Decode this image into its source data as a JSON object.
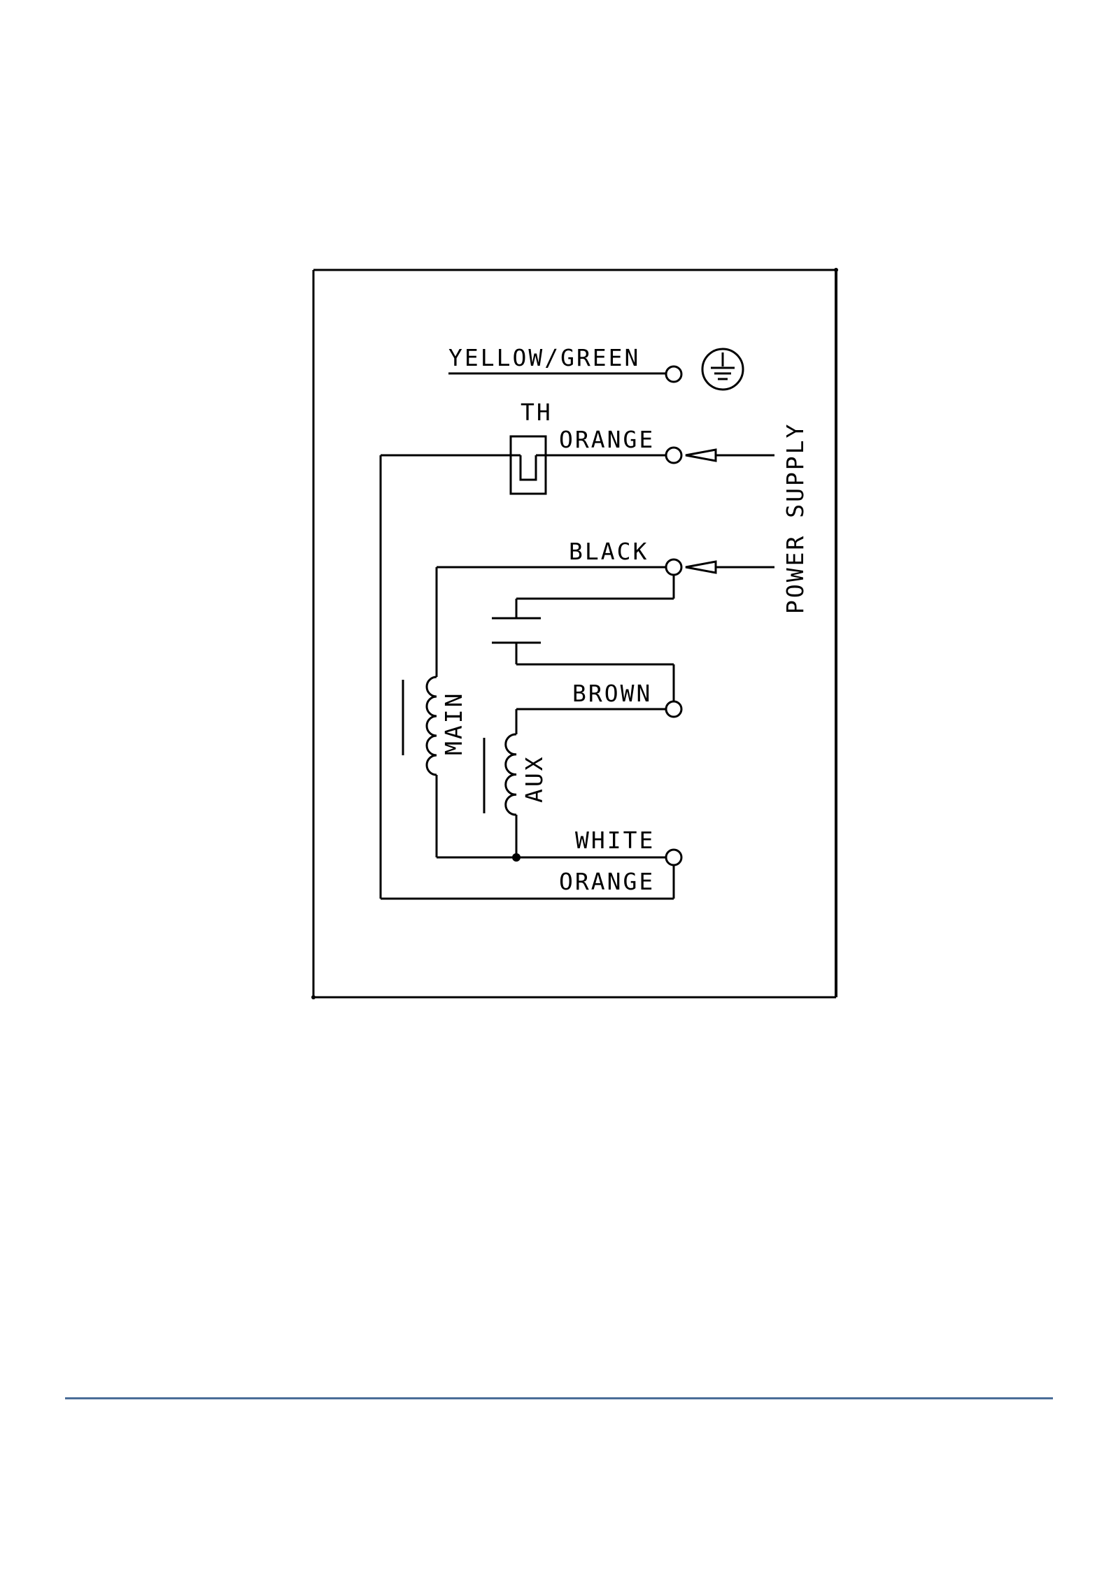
{
  "diagram": {
    "labels": {
      "earth": "YELLOW/GREEN",
      "thermal_protector": "TH",
      "supply_orange": "ORANGE",
      "black": "BLACK",
      "brown": "BROWN",
      "white": "WHITE",
      "return_orange": "ORANGE",
      "main_winding": "MAIN",
      "aux_winding": "AUX",
      "power_supply": "POWER SUPPLY"
    },
    "icons": {
      "earth_symbol": "ground-icon",
      "arrows": "arrow-left-icon"
    }
  },
  "colors": {
    "line": "#000000",
    "footer_rule": "#4a6d98"
  }
}
